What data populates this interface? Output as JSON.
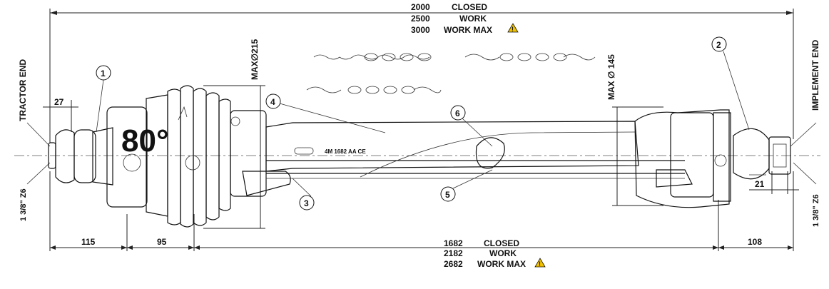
{
  "top_dimensions": {
    "rows": [
      {
        "value": "2000",
        "label": "CLOSED",
        "warning": false
      },
      {
        "value": "2500",
        "label": "WORK",
        "warning": false
      },
      {
        "value": "3000",
        "label": "WORK MAX",
        "warning": true
      }
    ]
  },
  "bottom_dimensions": {
    "rows": [
      {
        "value": "1682",
        "label": "CLOSED",
        "warning": false
      },
      {
        "value": "2182",
        "label": "WORK",
        "warning": false
      },
      {
        "value": "2682",
        "label": "WORK MAX",
        "warning": true
      }
    ]
  },
  "segments": {
    "left_115": "115",
    "left_95": "95",
    "right_108": "108",
    "tractor_27": "27",
    "implement_21": "21"
  },
  "labels": {
    "tractor_end": "TRACTOR END",
    "implement_end": "IMPLEMENT END",
    "spline_left": "1 3/8\" Z6",
    "spline_right": "1 3/8\" Z6",
    "max_diameter_215": "MAX∅215",
    "max_diameter_145": "MAX ∅ 145",
    "angle": "80°",
    "shaft_marking": "4M  1682  AA  CE"
  },
  "callouts": [
    "1",
    "2",
    "3",
    "4",
    "5",
    "6"
  ],
  "colors": {
    "line": "#111111",
    "warning": "#f2c200"
  }
}
